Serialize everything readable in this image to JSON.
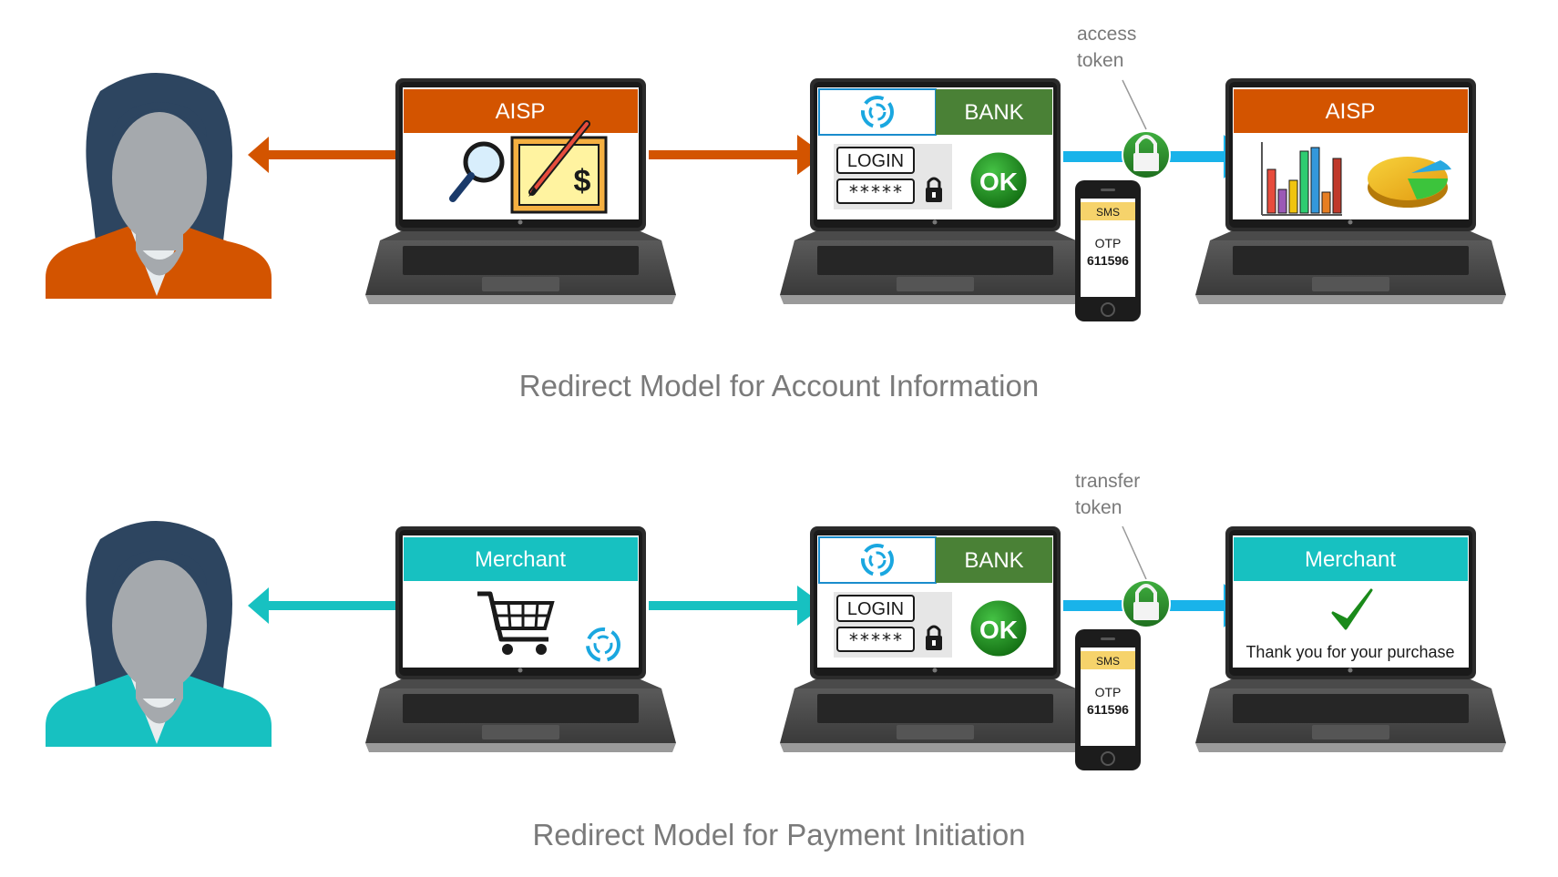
{
  "colors": {
    "aisp": "#d35400",
    "merchant": "#17c1c1",
    "bank": "#4a8136",
    "token_arrow": "#19b3ea",
    "lock": "#2e8b2e",
    "ok": "#1c8a1c",
    "person_head": "#2d4560",
    "person_skin": "#a5a9ad",
    "caption": "#7a7a7a"
  },
  "rows": [
    {
      "caption": "Redirect Model for Account Information",
      "third_party_label": "AISP",
      "result_label": "AISP",
      "token_label_line1": "access",
      "token_label_line2": "token",
      "bank": {
        "label": "BANK",
        "login_label": "LOGIN",
        "password_mask": "*****",
        "ok_label": "OK",
        "sms_label": "SMS",
        "otp_label": "OTP",
        "otp_code": "611596"
      },
      "icons": [
        "magnifier-icon",
        "check-document-icon",
        "bar-chart-icon",
        "pie-chart-icon"
      ]
    },
    {
      "caption": "Redirect Model for Payment Initiation",
      "third_party_label": "Merchant",
      "result_label": "Merchant",
      "result_message": "Thank you for your purchase",
      "token_label_line1": "transfer",
      "token_label_line2": "token",
      "bank": {
        "label": "BANK",
        "login_label": "LOGIN",
        "password_mask": "*****",
        "ok_label": "OK",
        "sms_label": "SMS",
        "otp_label": "OTP",
        "otp_code": "611596"
      },
      "icons": [
        "shopping-cart-icon",
        "spinner-logo-icon",
        "checkmark-icon"
      ]
    }
  ]
}
